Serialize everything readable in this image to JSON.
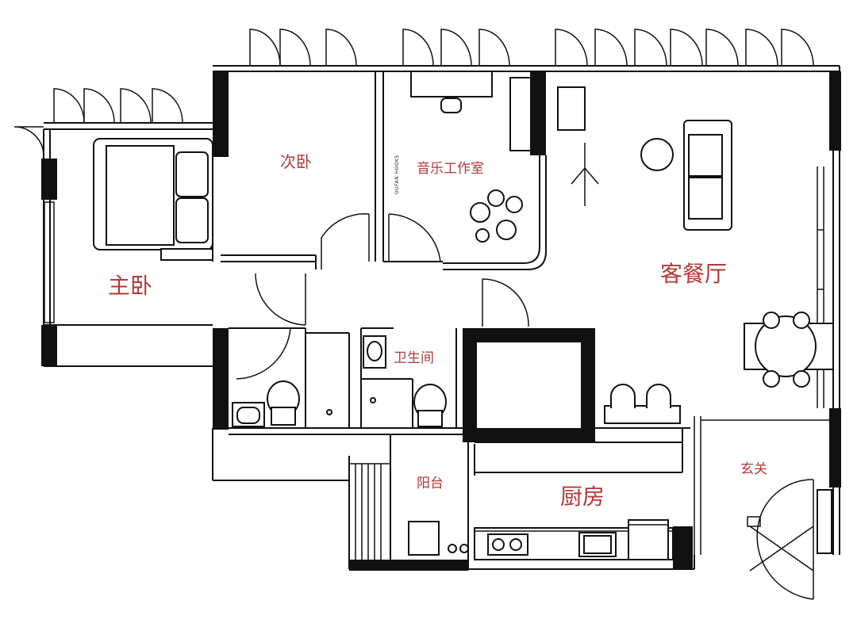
{
  "rooms": {
    "master_bedroom": "主卧",
    "second_bedroom": "次卧",
    "music_studio": "音乐工作室",
    "living_dining": "客餐厅",
    "bathroom": "卫生间",
    "balcony": "阳台",
    "kitchen": "厨房",
    "entrance": "玄关"
  },
  "wall_text": "OUFAN HOOKS",
  "colors": {
    "label": "#b03a3a",
    "wall": "#111111",
    "background": "#ffffff"
  }
}
